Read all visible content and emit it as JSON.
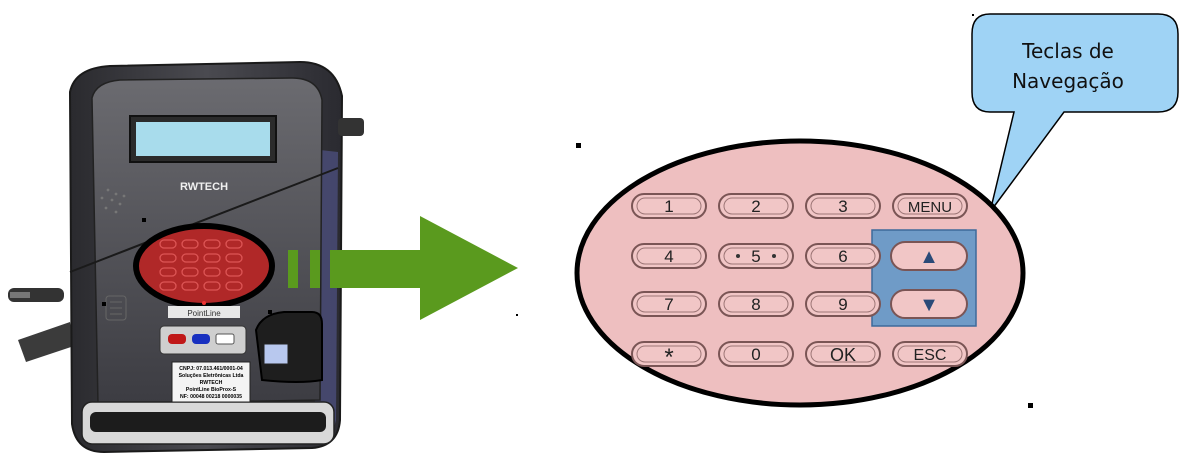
{
  "device": {
    "brand": "RWTECH",
    "model_strip": "PointLine",
    "label_lines": [
      "CNPJ: 07.013.461/0001-04",
      "Soluções Eletrônicas Ltda",
      "RWTECH",
      "PointLine BioProx-S",
      "NF: 00048 00218 0000035"
    ]
  },
  "callout": {
    "line1": "Teclas de",
    "line2": "Navegação"
  },
  "keypad": {
    "rows": [
      [
        "1",
        "2",
        "3",
        "MENU"
      ],
      [
        "4",
        "5",
        "6",
        "▲"
      ],
      [
        "7",
        "8",
        "9",
        "▼"
      ],
      [
        "*",
        "0",
        "OK",
        "ESC"
      ]
    ]
  },
  "colors": {
    "keypad_fill": "#eebfc0",
    "key_fill": "#f1c6c6",
    "key_border": "#7a5555",
    "nav_highlight": "#6f9bc7",
    "arrow_green": "#5a9a1e",
    "callout_fill": "#9fd3f5",
    "device_highlight": "#b02828"
  }
}
